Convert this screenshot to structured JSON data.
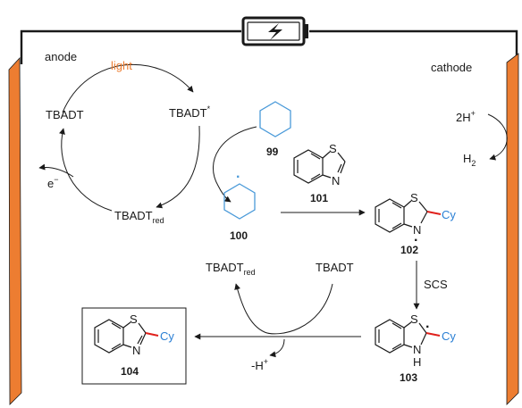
{
  "labels": {
    "anode": "anode",
    "cathode": "cathode",
    "light": "light",
    "tbadt_left": "TBADT",
    "tbadt_star": "TBADT",
    "star": "*",
    "tbadt_red_main": "TBADT",
    "red_sub": "red",
    "electron": "e",
    "minus": "−",
    "two_h": "2H",
    "plus": "+",
    "h2": "H",
    "two": "2",
    "scs": "SCS",
    "tbadt_red_bottom": "TBADT",
    "tbadt_bottom": "TBADT",
    "minus_h": "-H",
    "cy": "Cy",
    "s": "S",
    "n": "N",
    "h": "H",
    "radical": "·"
  },
  "compounds": {
    "c99": "99",
    "c100": "100",
    "c101": "101",
    "c102": "102",
    "c103": "103",
    "c104": "104"
  },
  "colors": {
    "electrode": "#ed7d31",
    "cyclohexane": "#4a9ad9",
    "new_bond": "#e0201b",
    "light_text": "#ed7d31",
    "cy_text": "#2a7fd4",
    "ink": "#1a1a1a"
  },
  "icons": {
    "power_source": "battery-bolt-icon"
  }
}
